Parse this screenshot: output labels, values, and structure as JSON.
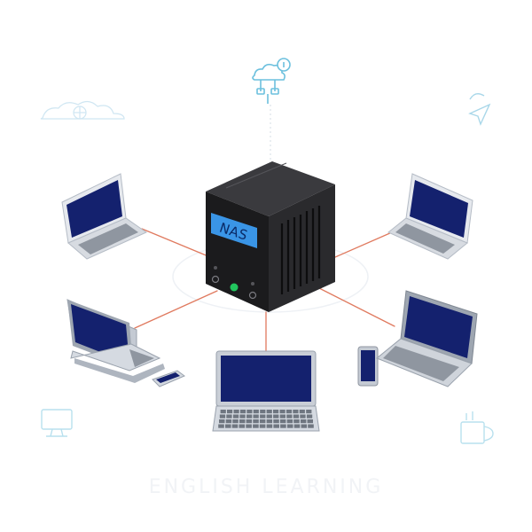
{
  "nas": {
    "label": "NAS",
    "screen_color": "#3a95e6",
    "body_color": "#1b1b1d",
    "led_color": "#22c55e"
  },
  "connection_color": "#e07a5f",
  "screen_color": "#14216e",
  "devices": [
    {
      "kind": "laptop",
      "position": "upper-left"
    },
    {
      "kind": "laptop",
      "position": "upper-right"
    },
    {
      "kind": "laptop",
      "position": "left"
    },
    {
      "kind": "smartphone",
      "position": "left"
    },
    {
      "kind": "laptop",
      "position": "bottom-center"
    },
    {
      "kind": "smartphone",
      "position": "right"
    },
    {
      "kind": "laptop",
      "position": "right"
    }
  ],
  "background_icons": [
    {
      "name": "cloud-network-icon"
    },
    {
      "name": "cloud-sync-icon"
    },
    {
      "name": "cursor-icon"
    },
    {
      "name": "monitor-icon"
    },
    {
      "name": "mug-icon"
    }
  ],
  "watermark": "ENGLISH LEARNING"
}
